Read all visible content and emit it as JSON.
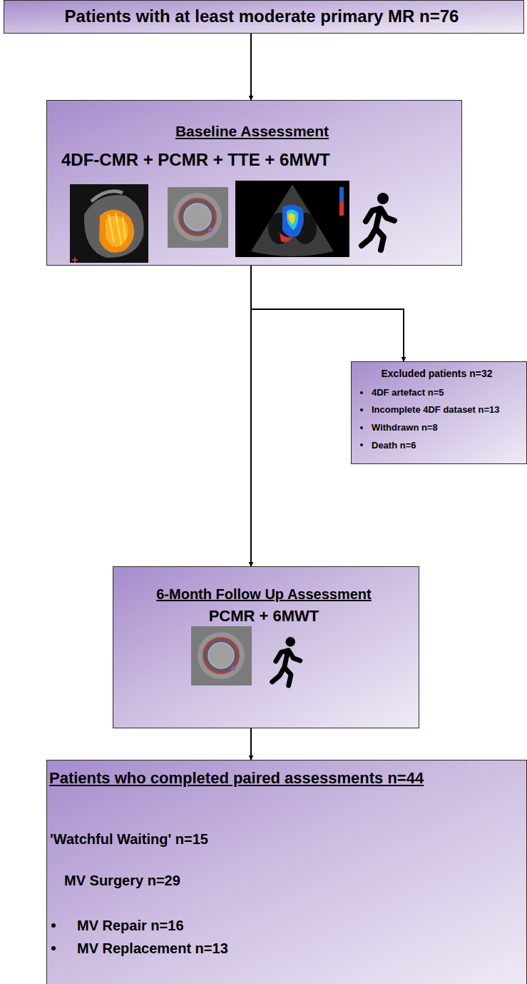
{
  "diagram": {
    "nodes": [
      {
        "text": [
          "Patients with at least moderate primary MR n=76"
        ]
      },
      {
        "text": [
          "Baseline Assessment",
          "4DF-CMR + PCMR + TTE + 6MWT"
        ]
      },
      {
        "text": [
          "Excluded patients n=32",
          "4DF artefact n=5",
          "Incomplete 4DF dataset n=13",
          "Withdrawn n=8",
          "Death n=6"
        ]
      },
      {
        "text": [
          "6-Month Follow Up Assessment",
          "PCMR + 6MWT"
        ]
      },
      {
        "text": [
          "Patients who completed paired assessments n=44",
          "'Watchful Waiting' n=15",
          "MV Surgery n=29",
          "MV Repair n=16",
          "MV Replacement n=13"
        ]
      }
    ],
    "edges": [
      {
        "from": 0,
        "to": 1,
        "arrow": "to"
      },
      {
        "from": 1,
        "to": 2,
        "arrow": "to"
      },
      {
        "from": 1,
        "to": 3,
        "arrow": "to"
      },
      {
        "from": 3,
        "to": 4,
        "arrow": "to"
      }
    ]
  }
}
